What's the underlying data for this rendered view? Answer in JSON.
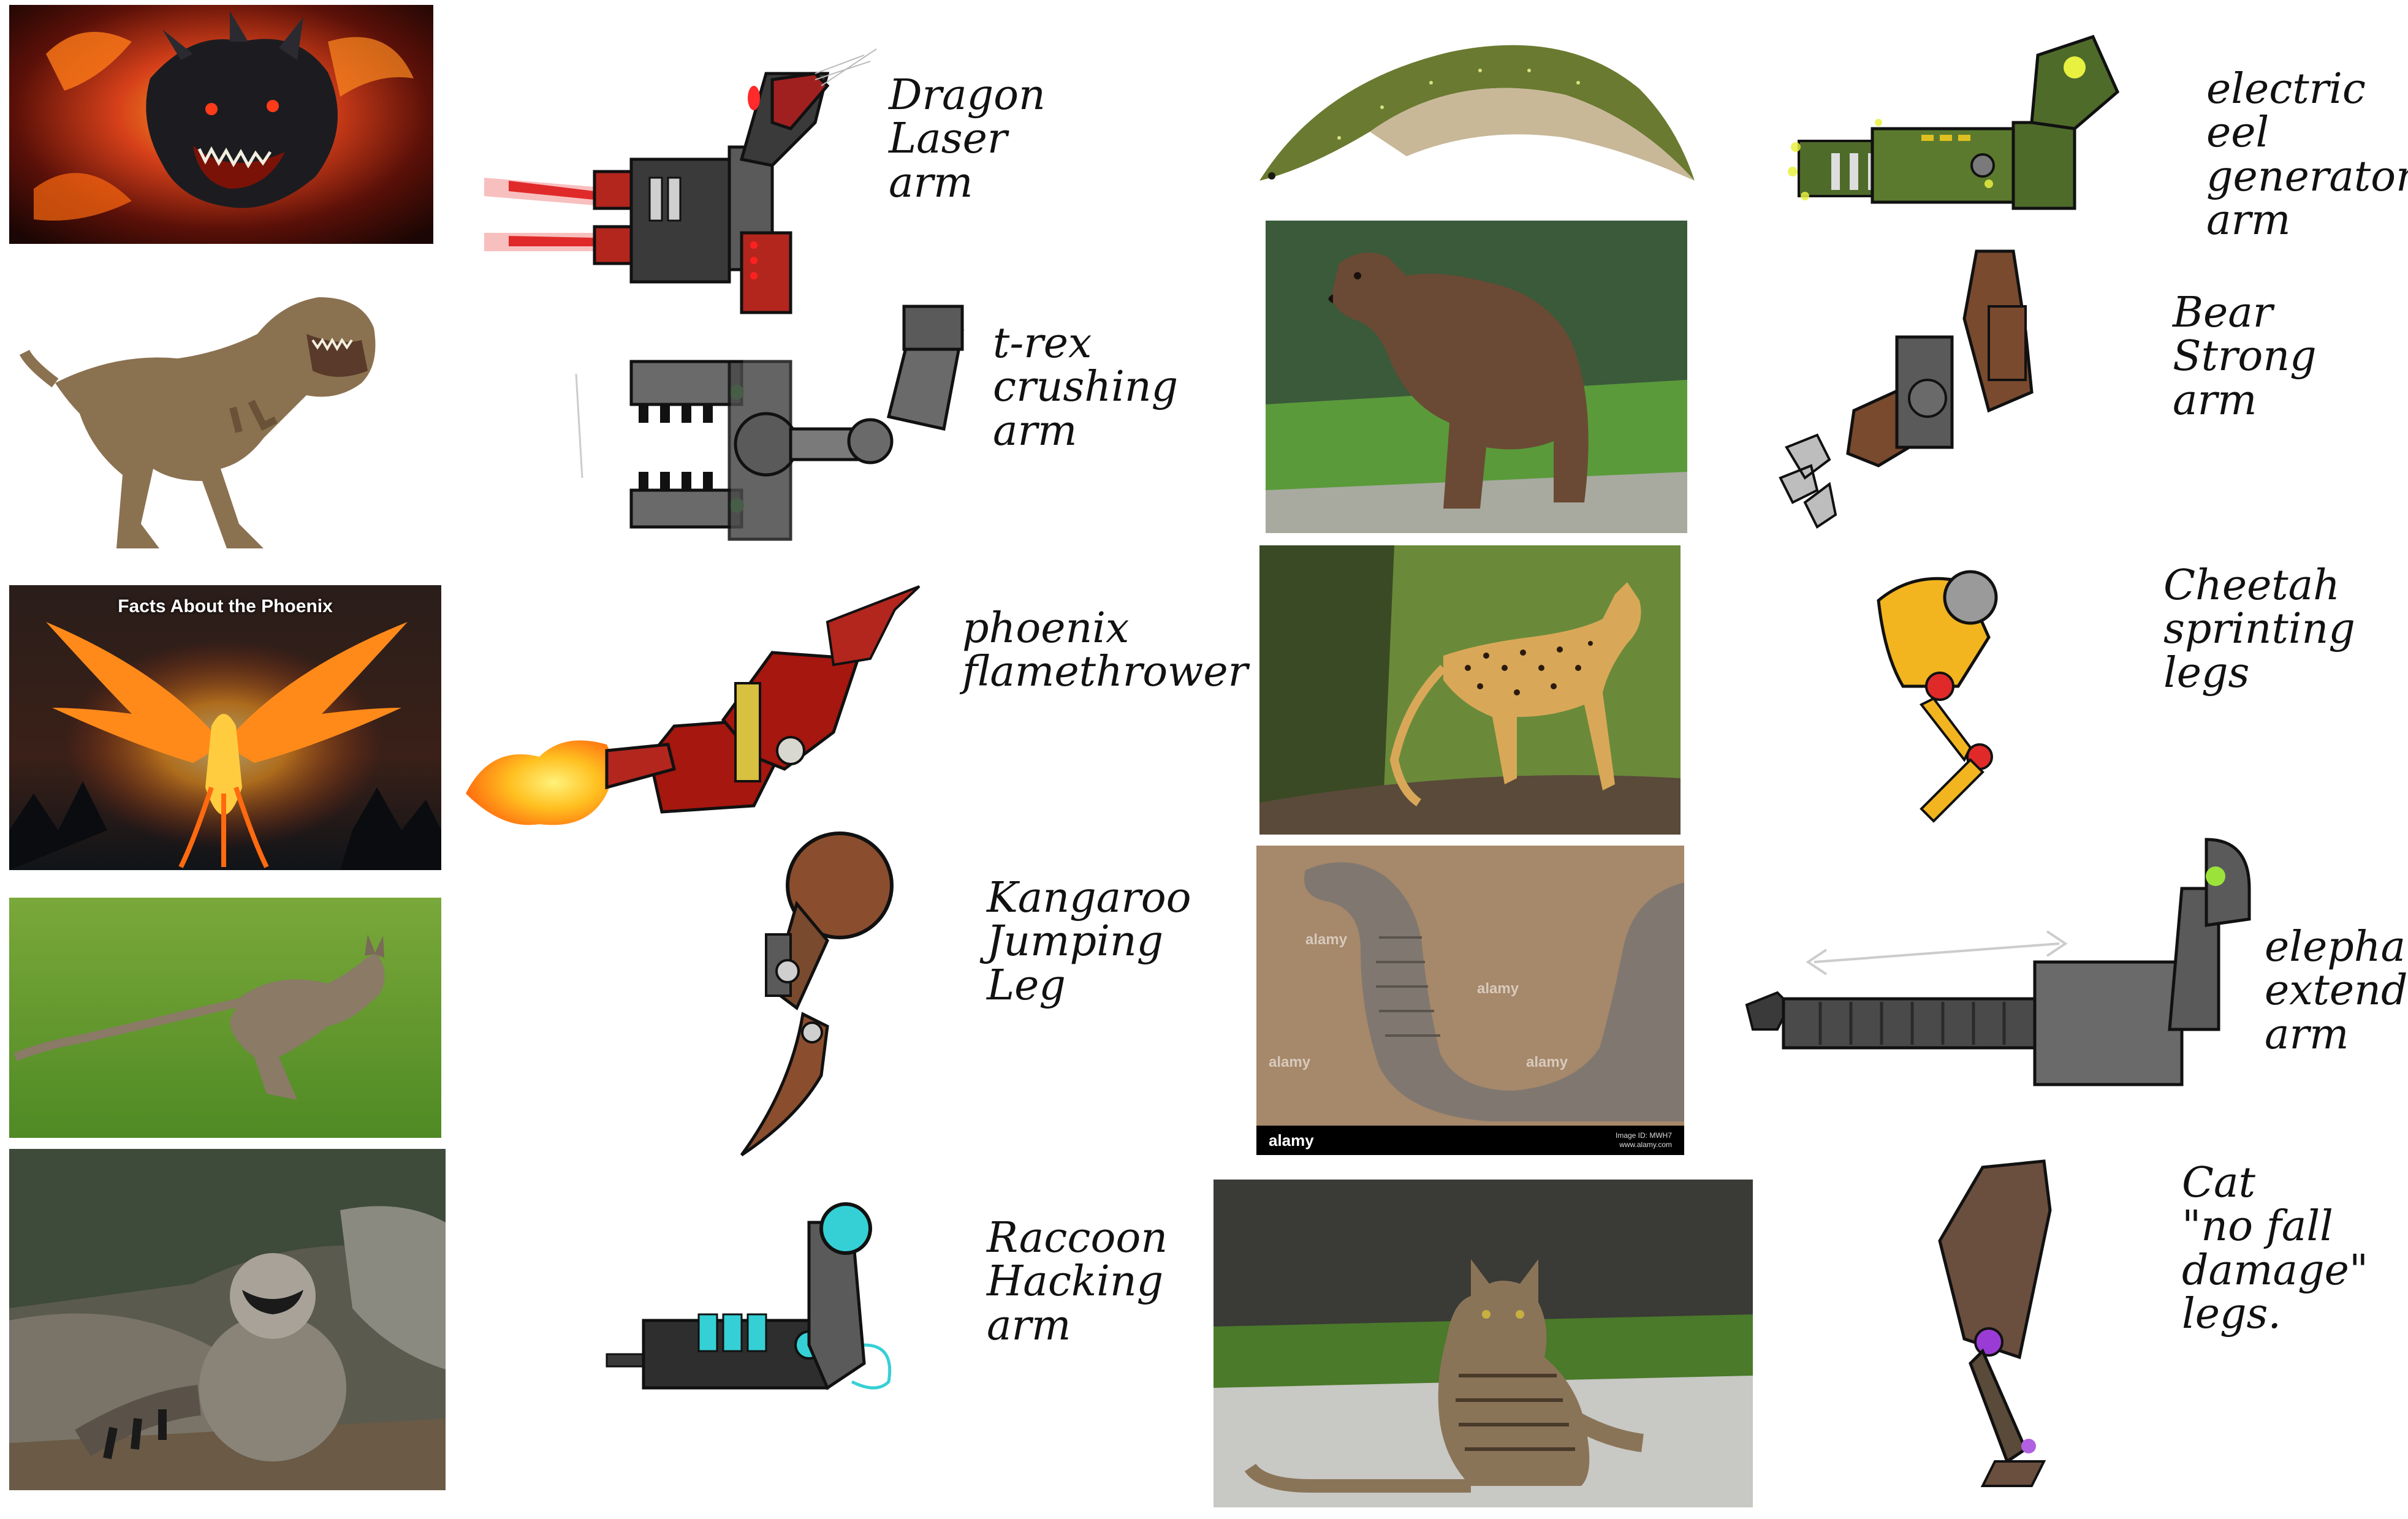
{
  "colors": {
    "background": "#ffffff",
    "ink": "#111111",
    "steel": "#5a5a5a",
    "brown_armor": "#7a4a2e",
    "dragon_red": "#b3261e",
    "phoenix_red": "#a5170f",
    "cheetah_yellow": "#f2b51f",
    "eel_green": "#4f6b2a",
    "raccoon_cyan": "#35d0d6",
    "cat_purple": "#9b3bd6"
  },
  "photos": {
    "dragon": {
      "subject": "dragon"
    },
    "trex": {
      "subject": "t-rex"
    },
    "phoenix": {
      "subject": "phoenix",
      "caption": "Facts About the Phoenix"
    },
    "kangaroo": {
      "subject": "kangaroo"
    },
    "raccoon": {
      "subject": "raccoon"
    },
    "eel": {
      "subject": "electric eel"
    },
    "bear": {
      "subject": "bear"
    },
    "cheetah": {
      "subject": "cheetah"
    },
    "elephant": {
      "subject": "elephant trunk",
      "watermark": "alamy",
      "logo": "alamy",
      "image_id": "Image ID: MWH7\nwww.alamy.com"
    },
    "cat": {
      "subject": "cat"
    }
  },
  "labels": {
    "dragon": "Dragon\nLaser\narm",
    "trex": "t-rex\ncrushing\narm",
    "phoenix": "phoenix\nflamethrower",
    "kangaroo": "Kangaroo\nJumping\nLeg",
    "raccoon": "Raccoon\nHacking\narm",
    "eel": "electric\neel\ngenerator\narm",
    "bear": "Bear\nStrong\narm",
    "cheetah": "Cheetah\nsprinting\nlegs",
    "elephant": "elephant\nextend-o\narm",
    "cat": "Cat\n\"no fall damage\"\nlegs."
  },
  "icons": {
    "dragon_arm": "laser-arm-sketch",
    "trex_arm": "crusher-arm-sketch",
    "phoenix_arm": "flamethrower-arm-sketch",
    "kangaroo_leg": "jumping-leg-sketch",
    "raccoon_arm": "hacking-arm-sketch",
    "eel_arm": "generator-arm-sketch",
    "bear_arm": "strong-arm-sketch",
    "cheetah_legs": "sprinting-leg-sketch",
    "elephant_arm": "extending-arm-sketch",
    "cat_legs": "no-fall-damage-leg-sketch"
  }
}
